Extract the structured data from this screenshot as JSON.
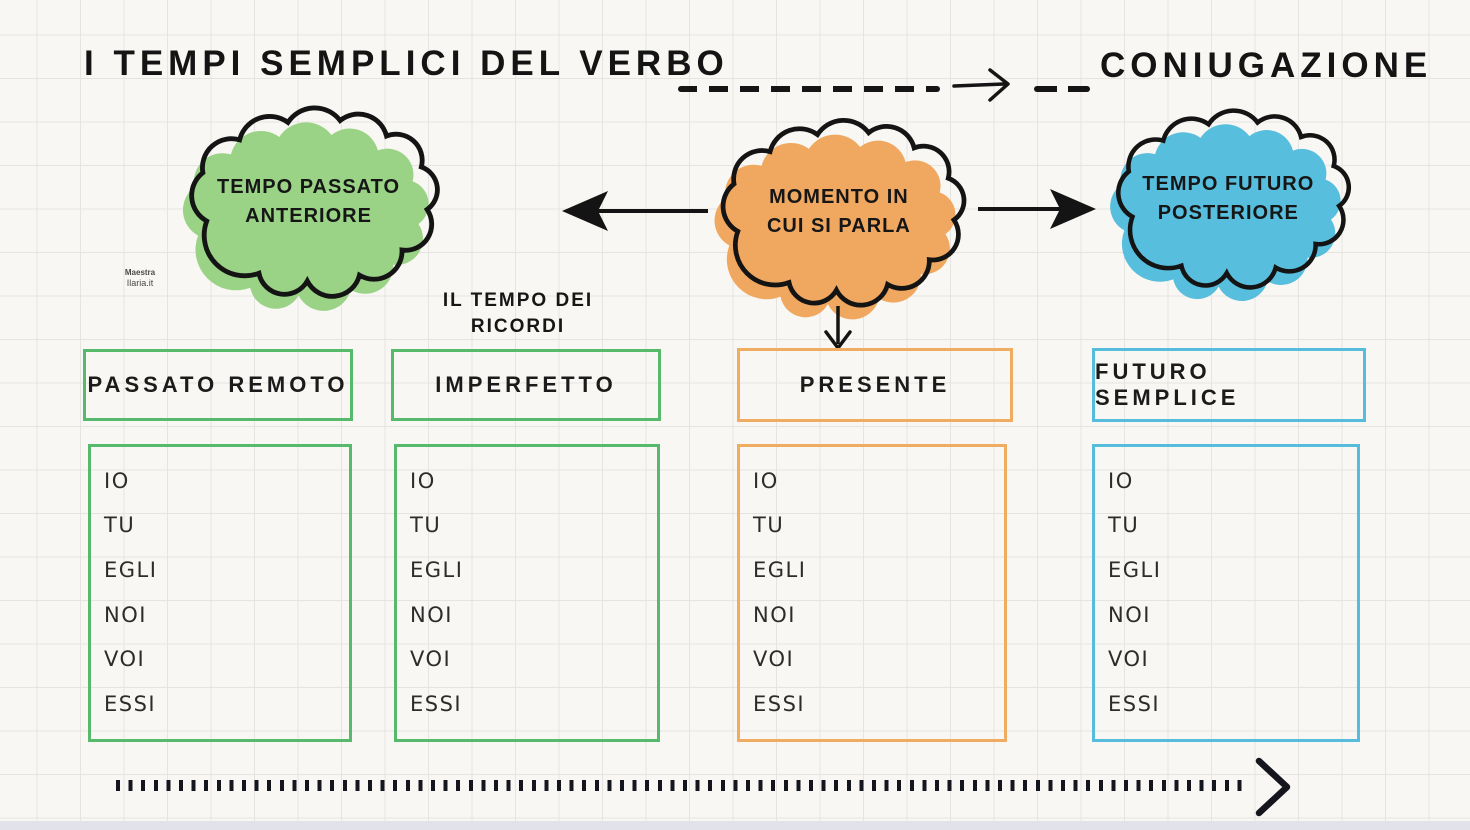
{
  "title": {
    "left": "I TEMPI SEMPLICI DEL VERBO",
    "right": "CONIUGAZIONE"
  },
  "clouds": {
    "past": {
      "label": "TEMPO PASSATO ANTERIORE",
      "fill": "#9ad286"
    },
    "speaking_moment": {
      "label": "MOMENTO IN CUI SI PARLA",
      "fill": "#f0a860"
    },
    "future": {
      "label": "TEMPO FUTURO POSTERIORE",
      "fill": "#58bedd"
    }
  },
  "imperfetto_note": "IL TEMPO DEI RICORDI",
  "columns": [
    {
      "header": "PASSATO REMOTO",
      "accent": "#56b96c",
      "pronouns": [
        "IO",
        "TU",
        "EGLI",
        "NOI",
        "VOI",
        "ESSI"
      ]
    },
    {
      "header": "IMPERFETTO",
      "accent": "#56b96c",
      "pronouns": [
        "IO",
        "TU",
        "EGLI",
        "NOI",
        "VOI",
        "ESSI"
      ]
    },
    {
      "header": "PRESENTE",
      "accent": "#f0ad62",
      "pronouns": [
        "IO",
        "TU",
        "EGLI",
        "NOI",
        "VOI",
        "ESSI"
      ]
    },
    {
      "header": "FUTURO SEMPLICE",
      "accent": "#55bcdb",
      "pronouns": [
        "IO",
        "TU",
        "EGLI",
        "NOI",
        "VOI",
        "ESSI"
      ]
    }
  ],
  "watermark": {
    "line1": "Maestra",
    "line2": "Ilaria.it"
  },
  "colors": {
    "green_fill": "#9ad286",
    "green_border": "#56b96c",
    "orange_fill": "#f0a860",
    "orange_border": "#f0ad62",
    "blue_fill": "#58bedd",
    "blue_border": "#55bcdb",
    "ink": "#151515",
    "paper": "#f9f7f3",
    "grid_line": "#e6e4e1",
    "bottom_strip": "#e2e2eb"
  }
}
